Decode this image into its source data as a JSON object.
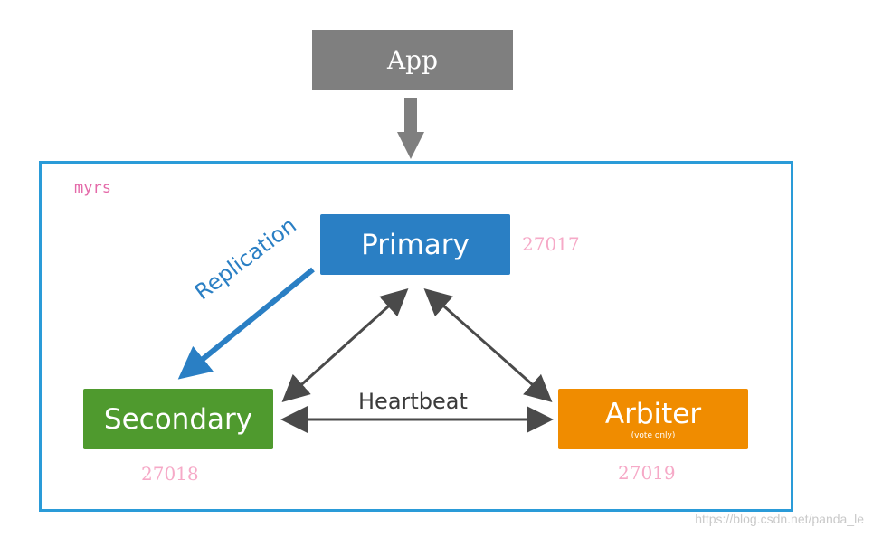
{
  "app": {
    "label": "App"
  },
  "replica_set": {
    "name": "myrs"
  },
  "nodes": {
    "primary": {
      "label": "Primary",
      "port": "27017"
    },
    "secondary": {
      "label": "Secondary",
      "port": "27018"
    },
    "arbiter": {
      "label": "Arbiter",
      "sublabel": "(vote only)",
      "port": "27019"
    }
  },
  "edges": {
    "replication": {
      "label": "Replication"
    },
    "heartbeat": {
      "label": "Heartbeat"
    }
  },
  "watermark": {
    "text": "https://blog.csdn.net/panda_le"
  },
  "colors": {
    "app": "#7f7f7f",
    "primary": "#2a7fc4",
    "secondary": "#4f9a2e",
    "arbiter": "#f08c00",
    "border": "#2a9bd8",
    "port": "#f6a9c7",
    "rs_label": "#e46aa9",
    "arrow": "#4a4a4a"
  }
}
